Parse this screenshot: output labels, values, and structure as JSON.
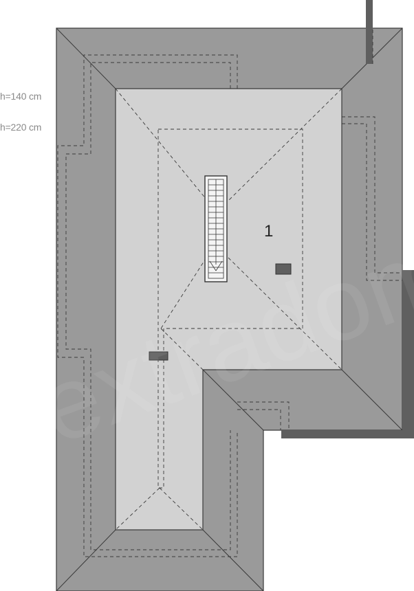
{
  "legend": {
    "height_low": "h=140 cm",
    "height_high": "h=220 cm"
  },
  "rooms": [
    {
      "number": "1"
    }
  ],
  "watermark": "extradom",
  "colors": {
    "roof_dark": "#9a9a9a",
    "floor_light": "#d2d2d2",
    "wall": "#5f5f5f",
    "outline": "#3a3a3a",
    "legend_text": "#8a8a8a"
  },
  "icons": [
    "staircase-icon",
    "chimney-icon",
    "ventilation-icon"
  ]
}
